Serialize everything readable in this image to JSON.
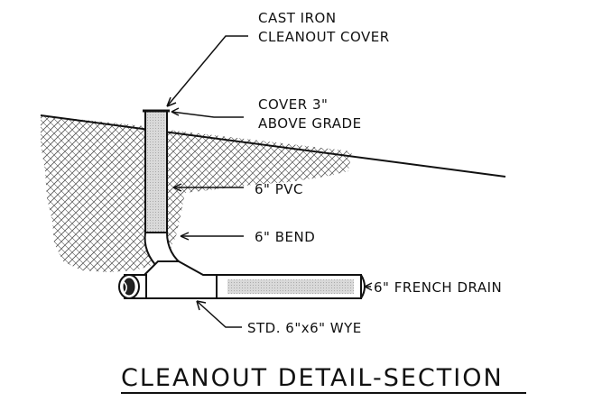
{
  "labels": {
    "cover_line1": "CAST IRON",
    "cover_line2": "CLEANOUT COVER",
    "grade_line1": "COVER 3\"",
    "grade_line2": "ABOVE GRADE",
    "pvc": "6\" PVC",
    "bend": "6\" BEND",
    "drain": "6\" FRENCH DRAIN",
    "wye": "STD. 6\"x6\" WYE"
  },
  "title": "CLEANOUT DETAIL-SECTION",
  "colors": {
    "line": "#111111",
    "pipe_fill": "#d6d6d6",
    "hatch": "#555555",
    "background": "#ffffff"
  }
}
